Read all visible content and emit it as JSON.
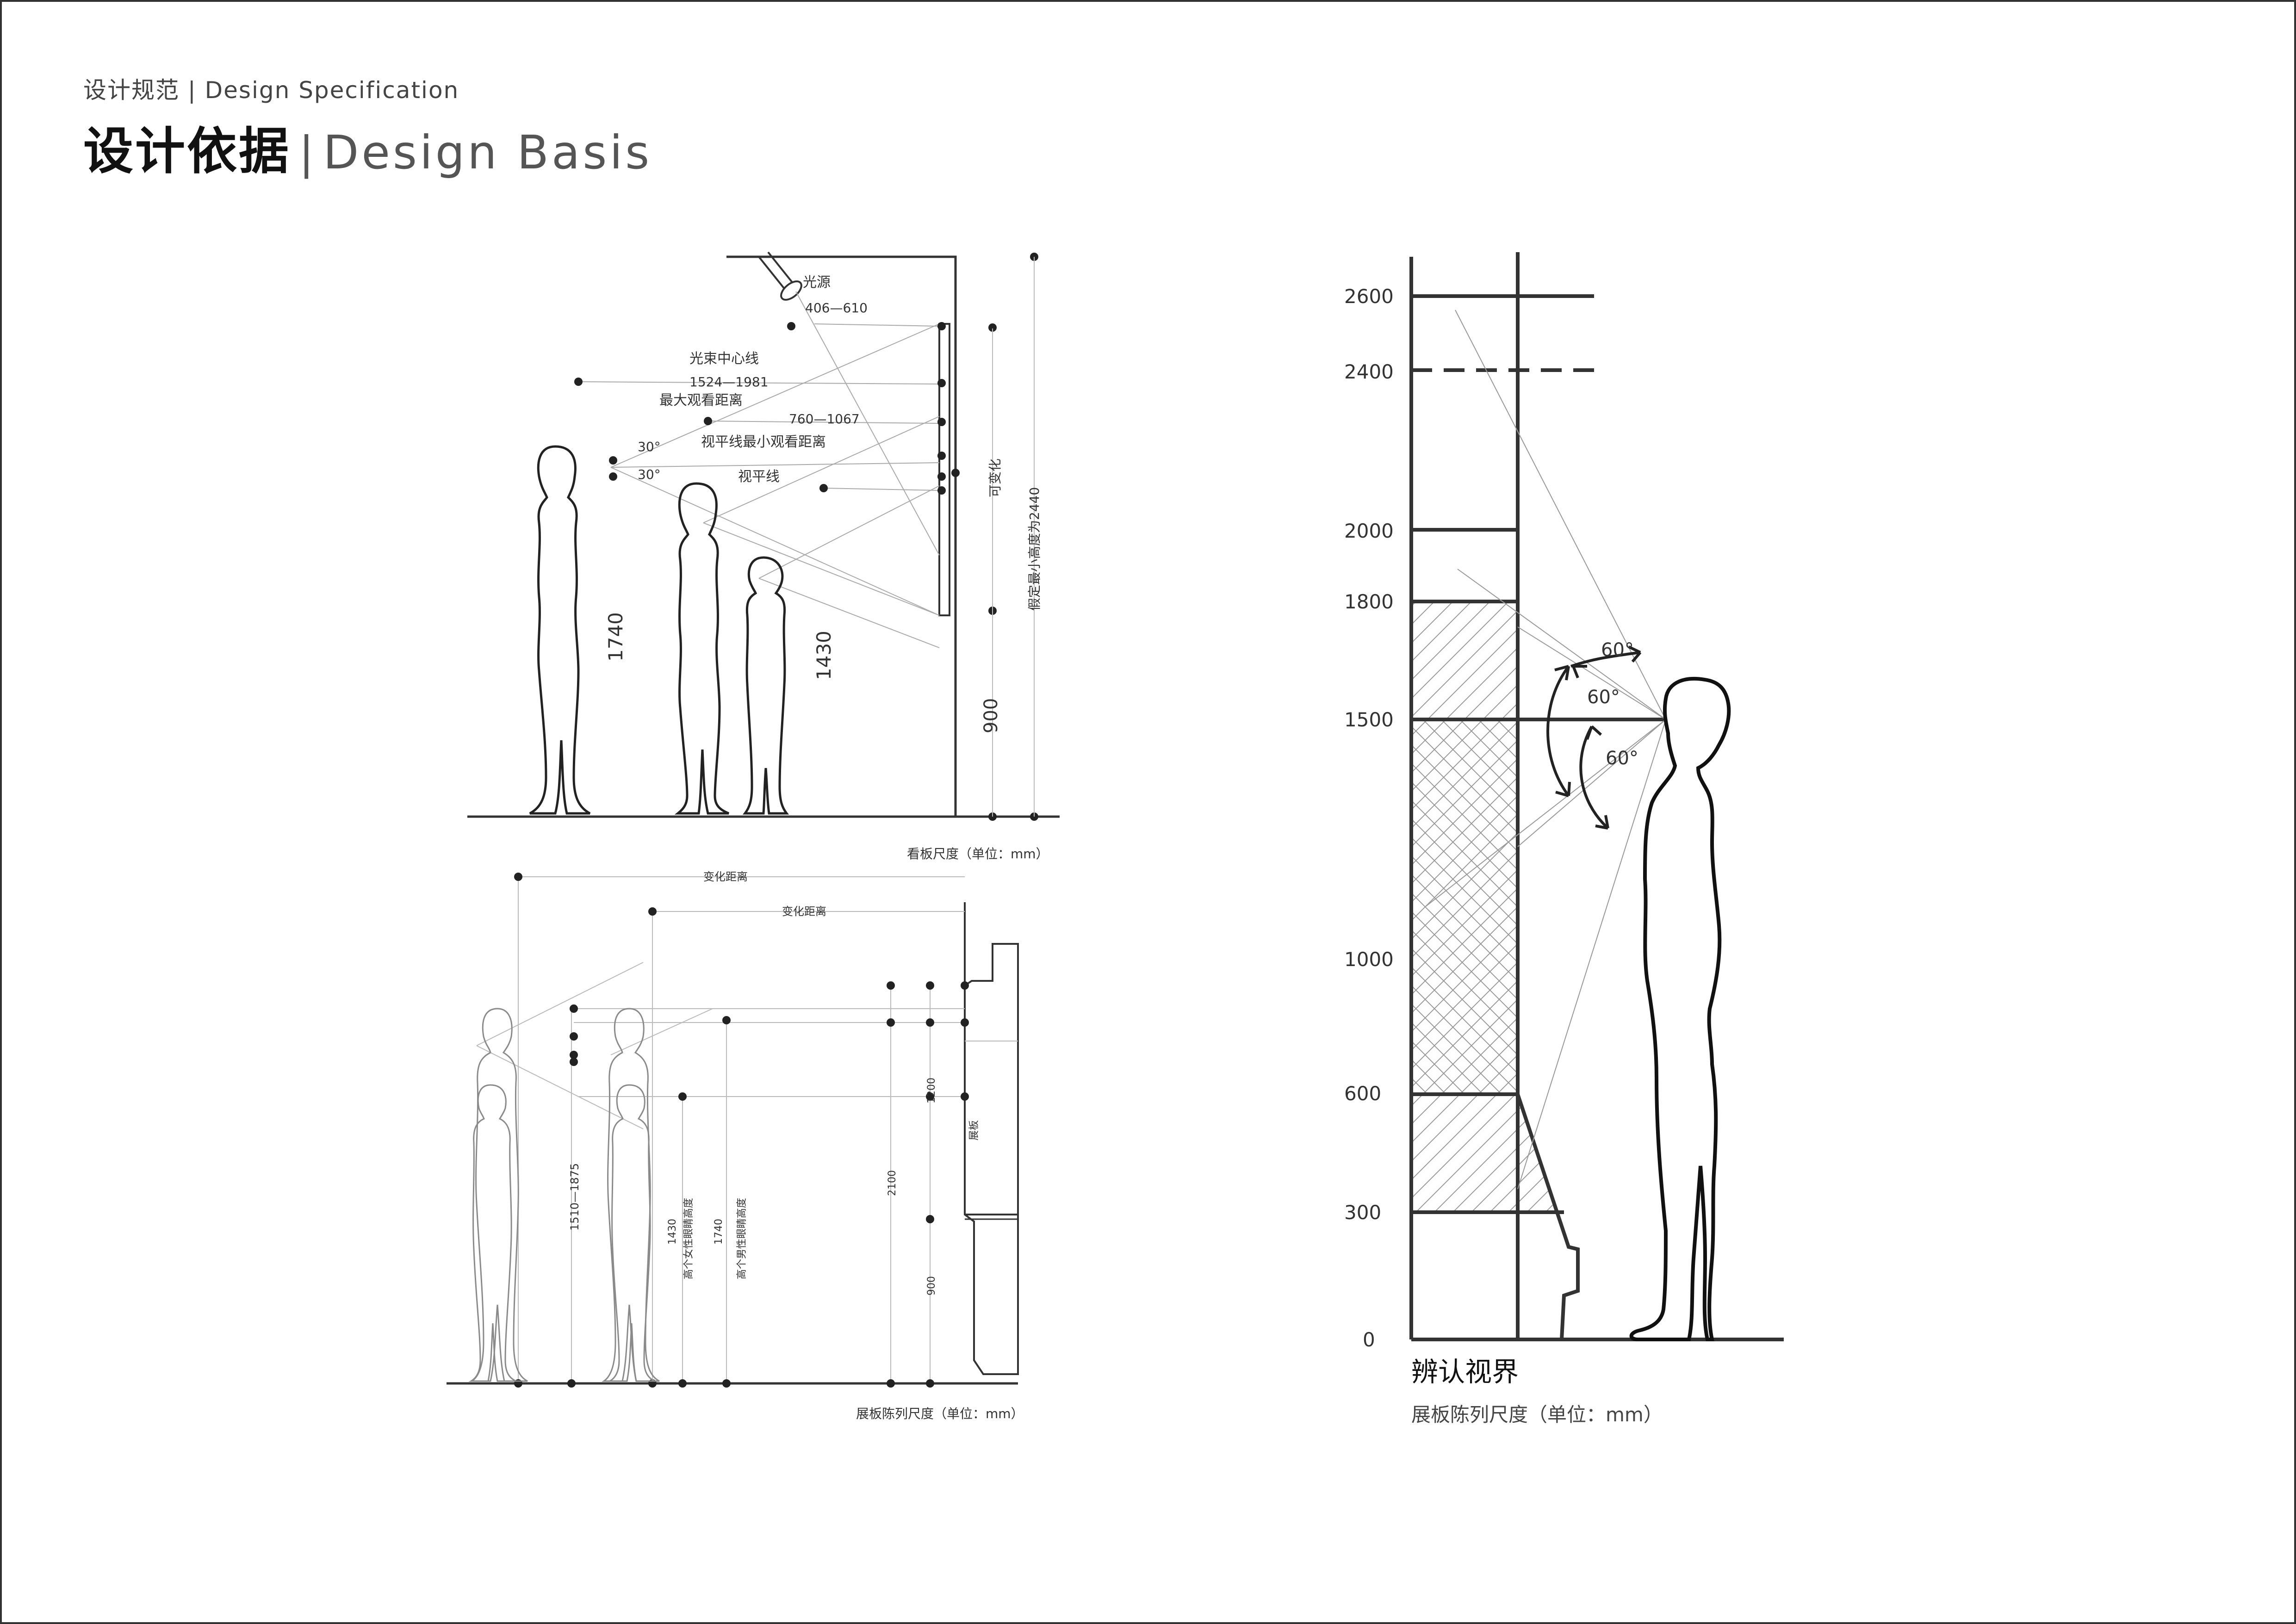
{
  "header": {
    "subtitle_cn": "设计规范",
    "subtitle_en": "Design Specification",
    "title_cn": "设计依据",
    "title_en": "Design Basis"
  },
  "diagram1": {
    "light_source": "光源",
    "light_range": "406—610",
    "beam_center": "光束中心线",
    "beam_range": "1524—1981",
    "max_distance": "最大观看距离",
    "min_range": "760—1067",
    "angle_top": "30°",
    "angle_bottom": "30°",
    "min_distance": "视平线最小观看距离",
    "eye_line": "视平线",
    "adult_height": "1740",
    "child_height": "1430",
    "variable": "可变化",
    "min_height": "假定最小高度为2440",
    "base_height": "900",
    "caption": "看板尺度（单位：mm）"
  },
  "diagram2": {
    "var_dist_1": "变化距离",
    "var_dist_2": "变化距离",
    "range_dim": "1510—1875",
    "female_value": "1430",
    "female_label": "高个女性眼睛高度",
    "male_value": "1740",
    "male_label": "高个男性眼睛高度",
    "total_height": "2100",
    "panel_height": "1200",
    "base_height": "900",
    "panel_label": "展板",
    "caption": "展板陈列尺度（单位：mm）"
  },
  "diagram3": {
    "levels": [
      "2600",
      "2400",
      "2000",
      "1800",
      "1500",
      "1000",
      "600",
      "300",
      "0"
    ],
    "angle_1": "60°",
    "angle_2": "60°",
    "angle_3": "60°",
    "title": "辨认视界",
    "caption": "展板陈列尺度（单位：mm）"
  }
}
